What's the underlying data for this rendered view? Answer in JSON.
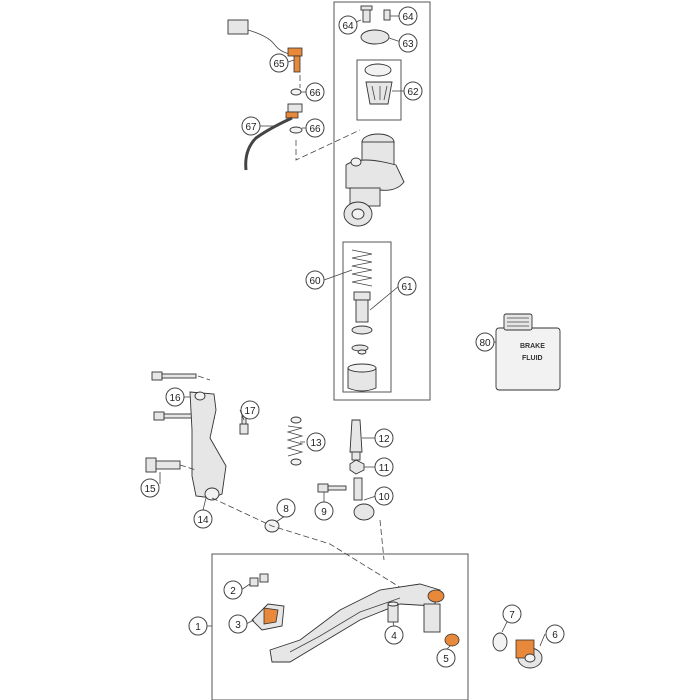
{
  "callouts": {
    "c1": "1",
    "c2": "2",
    "c3": "3",
    "c4": "4",
    "c5": "5",
    "c6": "6",
    "c7": "7",
    "c8": "8",
    "c9": "9",
    "c10": "10",
    "c11": "11",
    "c12": "12",
    "c13": "13",
    "c14": "14",
    "c15": "15",
    "c16": "16",
    "c17": "17",
    "c60": "60",
    "c61": "61",
    "c62": "62",
    "c63": "63",
    "c64a": "64",
    "c64b": "64",
    "c65": "65",
    "c66a": "66",
    "c66b": "66",
    "c67": "67",
    "c80": "80"
  },
  "bottle": {
    "line1": "BRAKE",
    "line2": "FLUID"
  },
  "colors": {
    "accent_orange": "#e8883a",
    "line": "#444444",
    "part_fill": "#e6e6e6"
  }
}
